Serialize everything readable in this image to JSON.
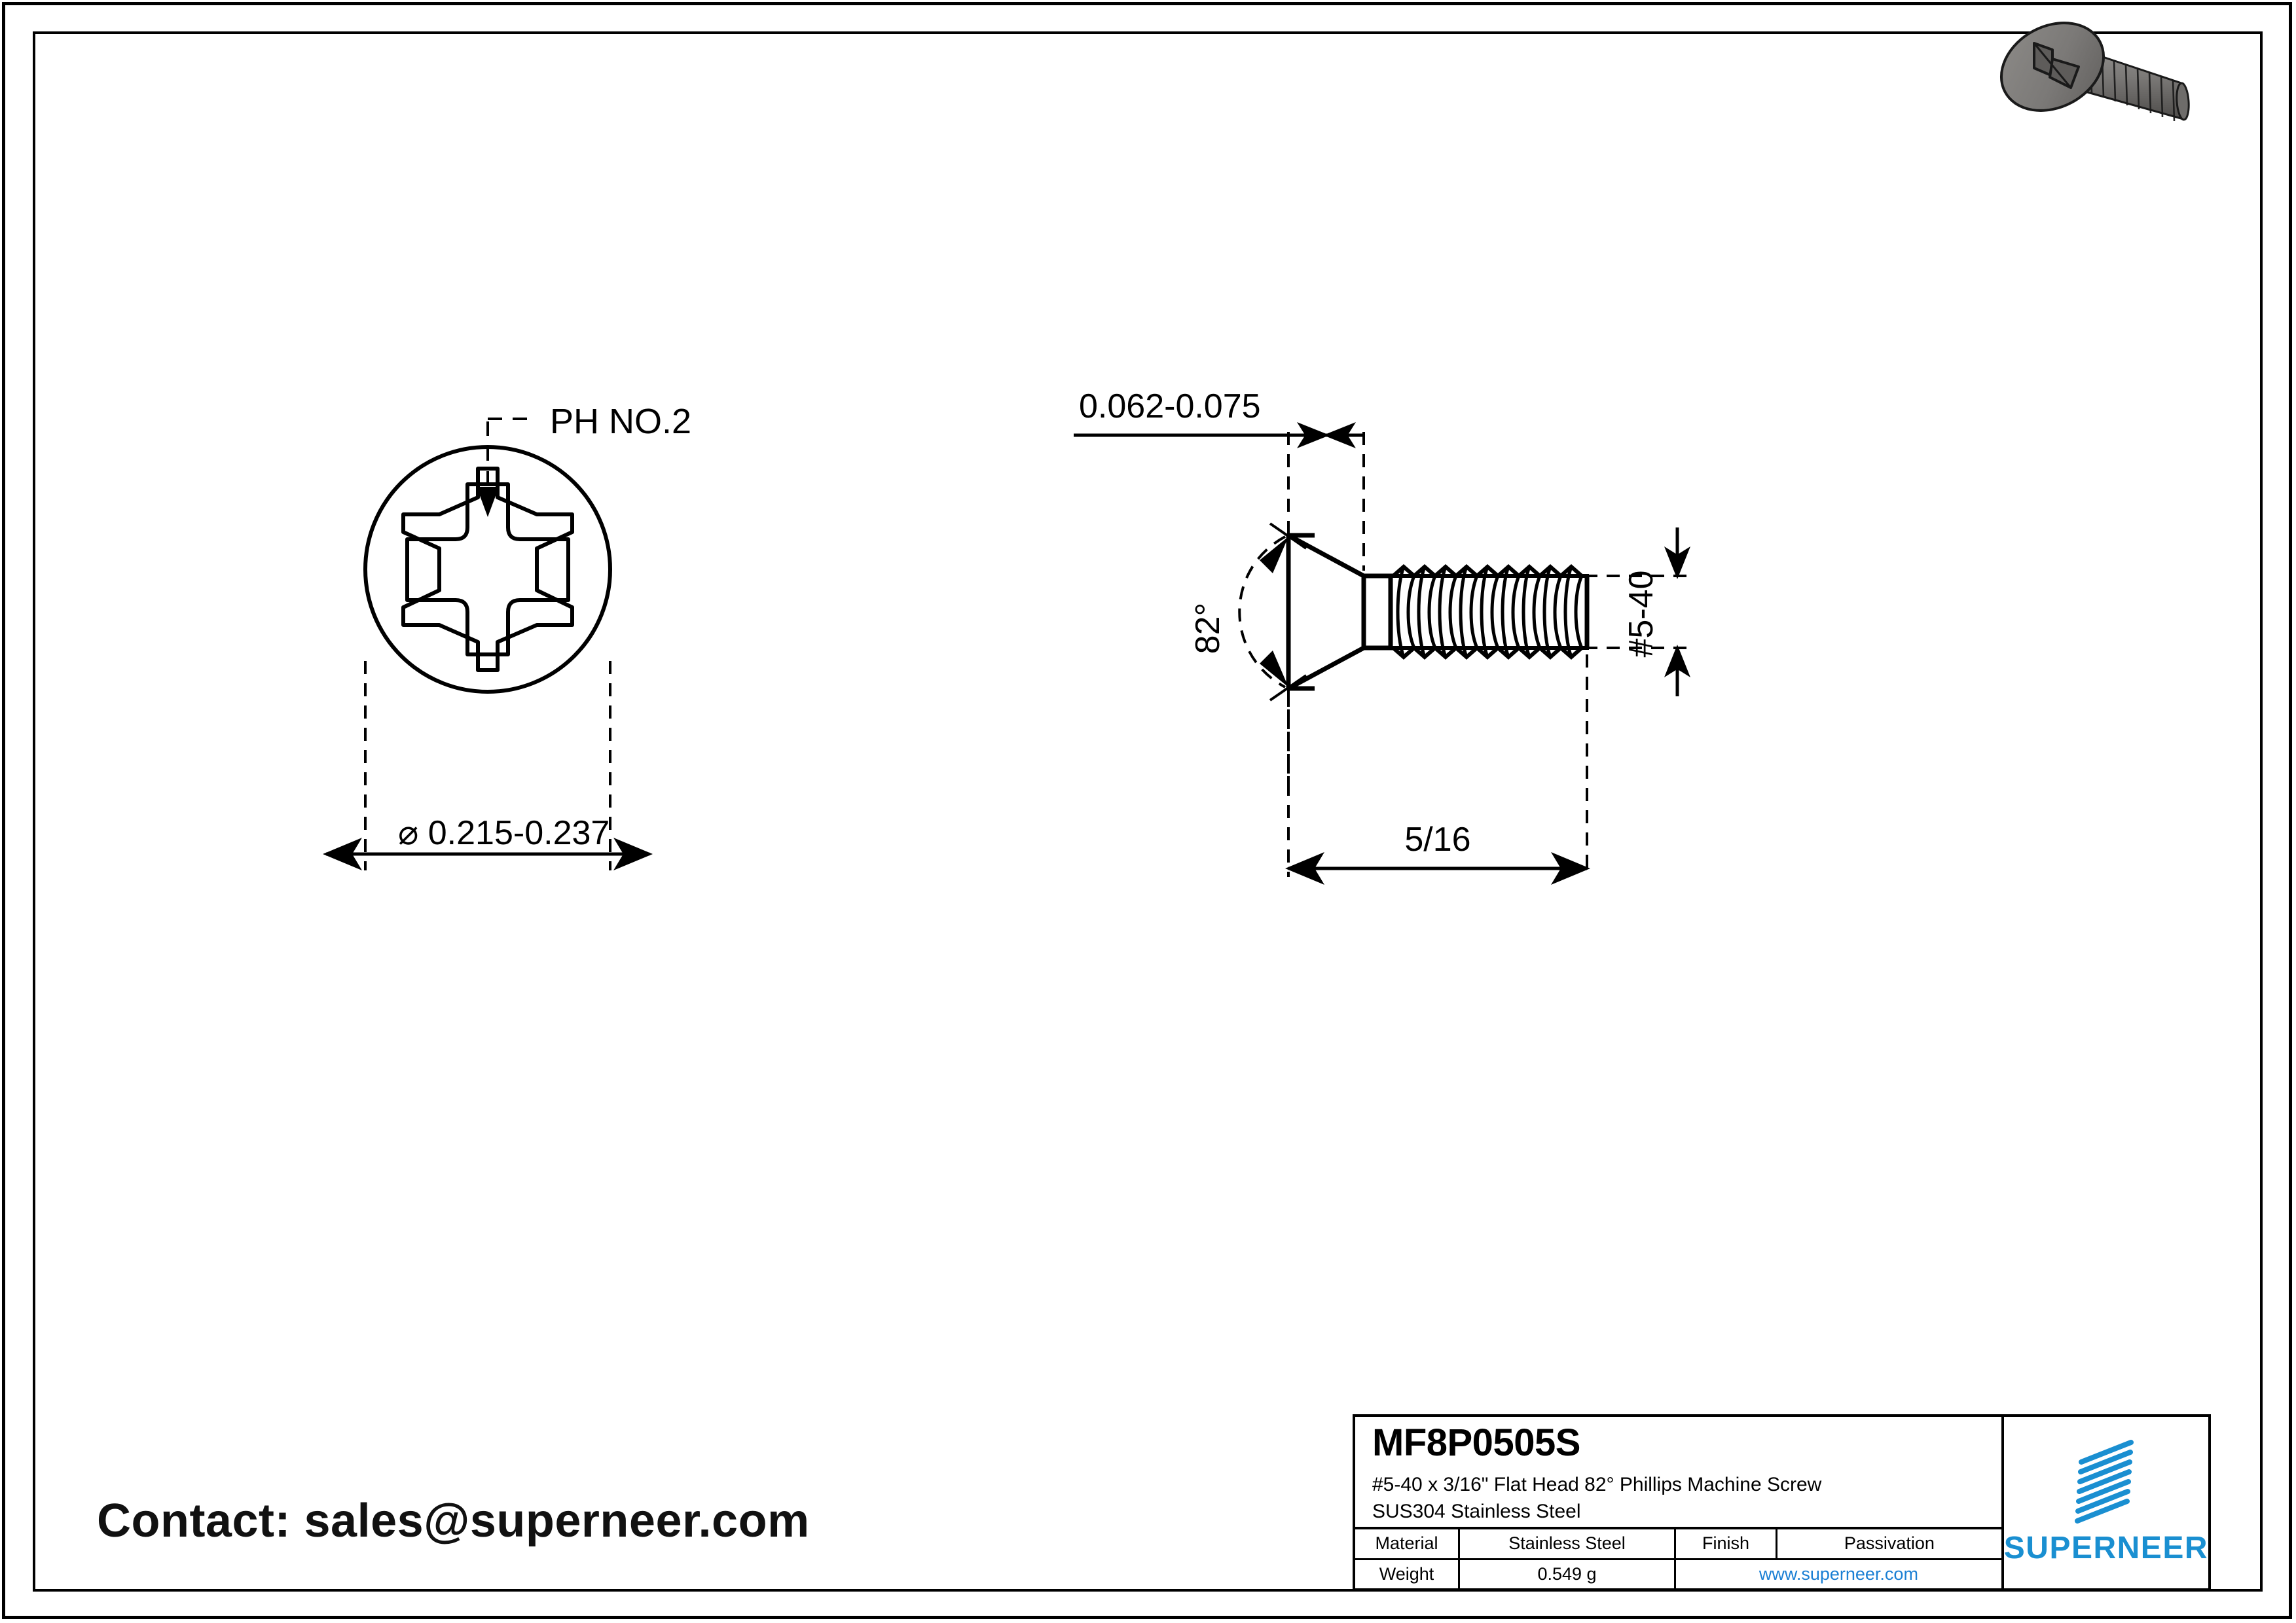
{
  "document": {
    "type": "engineering-drawing",
    "sheet_border": true
  },
  "render_3d": {
    "alt_name": "flat-head-phillips-screw-3d",
    "body_color": "#7c7a78",
    "outline_color": "#1a1a1a"
  },
  "views": {
    "head_view": {
      "name": "Phillips drive head view",
      "leader_label": "PH NO.2",
      "diameter_dimension": "⌀ 0.215-0.237"
    },
    "side_view": {
      "name": "Side profile view",
      "head_height_dimension": "0.062-0.075",
      "angle_dimension": "82°",
      "thread_size_dimension": "#5-40",
      "length_dimension": "5/16"
    }
  },
  "contact": {
    "text": "Contact: sales@superneer.com"
  },
  "title_block": {
    "part_number": "MF8P0505S",
    "description_line1": "#5-40 x 3/16\" Flat Head 82° Phillips Machine Screw",
    "description_line2": "SUS304 Stainless Steel",
    "rows": [
      {
        "label": "Material",
        "value": "Stainless Steel",
        "label2": "Finish",
        "value2": "Passivation"
      },
      {
        "label": "Weight",
        "value": "0.549 g",
        "link": "www.superneer.com"
      }
    ],
    "brand": {
      "name": "SUPERNEER",
      "color": "#1a8fd1",
      "mark": "striped-parallelogram-logo"
    }
  },
  "chart_data": {
    "type": "table",
    "title": "MF8P0505S",
    "categories": [
      "Material",
      "Weight",
      "Finish"
    ],
    "values": [
      "Stainless Steel",
      "0.549 g",
      "Passivation"
    ]
  }
}
